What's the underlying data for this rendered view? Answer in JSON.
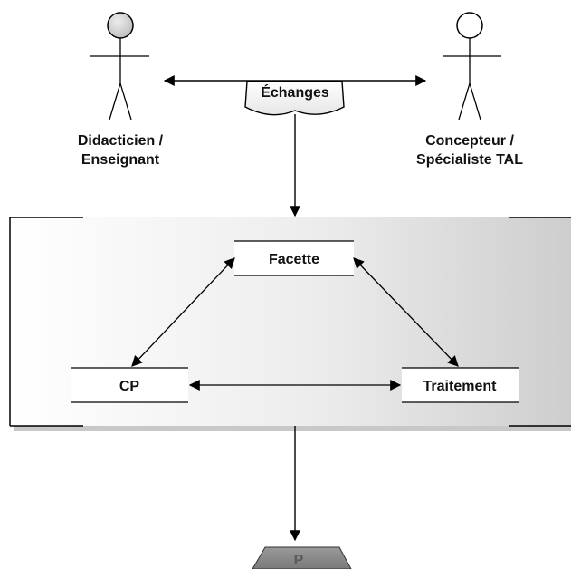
{
  "actors": {
    "left": {
      "line1": "Didacticien /",
      "line2": "Enseignant",
      "head_color": "#d0d0d0"
    },
    "right": {
      "line1": "Concepteur /",
      "line2": "Spécialiste TAL",
      "head_color": "#ffffff"
    }
  },
  "exchange_label": "Échanges",
  "nodes": {
    "facette": "Facette",
    "cp": "CP",
    "traitement": "Traitement"
  },
  "output_label": "P",
  "colors": {
    "stroke": "#000000",
    "panel_light": "#ffffff",
    "panel_dark": "#cfcfcf",
    "output_fill": "#8c8c8c"
  }
}
